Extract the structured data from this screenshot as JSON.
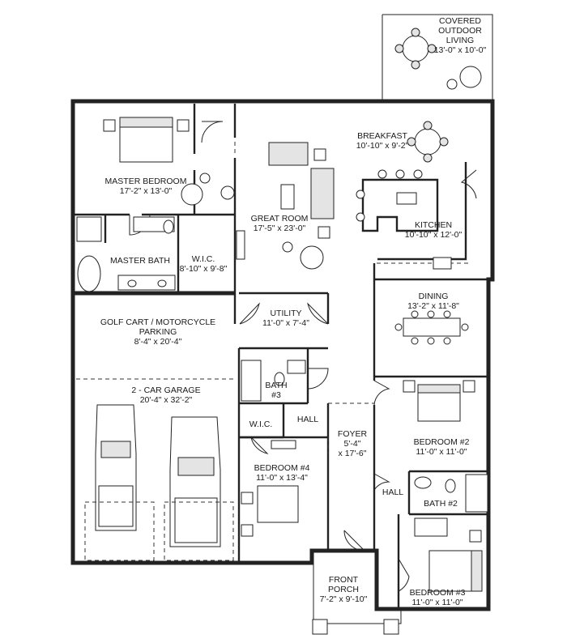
{
  "plan": {
    "rooms": {
      "outdoor": {
        "name_lines": [
          "COVERED",
          "OUTDOOR",
          "LIVING"
        ],
        "dims": "13'-0\" x 10'-0\""
      },
      "master": {
        "name": "MASTER BEDROOM",
        "dims": "17'-2\" x 13'-0\""
      },
      "great": {
        "name": "GREAT ROOM",
        "dims": "17'-5\" x 23'-0\""
      },
      "breakfast": {
        "name": "BREAKFAST",
        "dims": "10'-10\" x 9'-2\""
      },
      "kitchen": {
        "name": "KITCHEN",
        "dims": "10'-10\" x 12'-0\""
      },
      "masterbath": {
        "name": "MASTER BATH"
      },
      "wic1": {
        "name": "W.I.C.",
        "dims": "8'-10\" x 9'-8\""
      },
      "golf": {
        "name_lines": [
          "GOLF CART / MOTORCYCLE",
          "PARKING"
        ],
        "dims": "8'-4\" x 20'-4\""
      },
      "utility": {
        "name": "UTILITY",
        "dims": "11'-0\" x 7'-4\""
      },
      "dining": {
        "name": "DINING",
        "dims": "13'-2\" x 11'-8\""
      },
      "garage": {
        "name": "2 - CAR GARAGE",
        "dims": "20'-4\" x 32'-2\""
      },
      "bath3": {
        "name_lines": [
          "BATH",
          "#3"
        ]
      },
      "wic2": {
        "name": "W.I.C."
      },
      "hall1": {
        "name": "HALL"
      },
      "foyer": {
        "name": "FOYER",
        "dims_lines": [
          "5'-4\"",
          "x 17'-6\""
        ]
      },
      "bed2": {
        "name": "BEDROOM #2",
        "dims": "11'-0\" x 11'-0\""
      },
      "bed4": {
        "name": "BEDROOM #4",
        "dims": "11'-0\" x 13'-4\""
      },
      "hall2": {
        "name": "HALL"
      },
      "bath2": {
        "name": "BATH #2"
      },
      "porch": {
        "name": "FRONT",
        "name2": "PORCH",
        "dims": "7'-2\" x 9'-10\""
      },
      "bed3": {
        "name": "BEDROOM #3",
        "dims": "11'-0\" x 11'-0\""
      }
    }
  },
  "colors": {
    "wall": "#222222",
    "background": "#ffffff",
    "fixture_shade": "#e4e4e4"
  }
}
